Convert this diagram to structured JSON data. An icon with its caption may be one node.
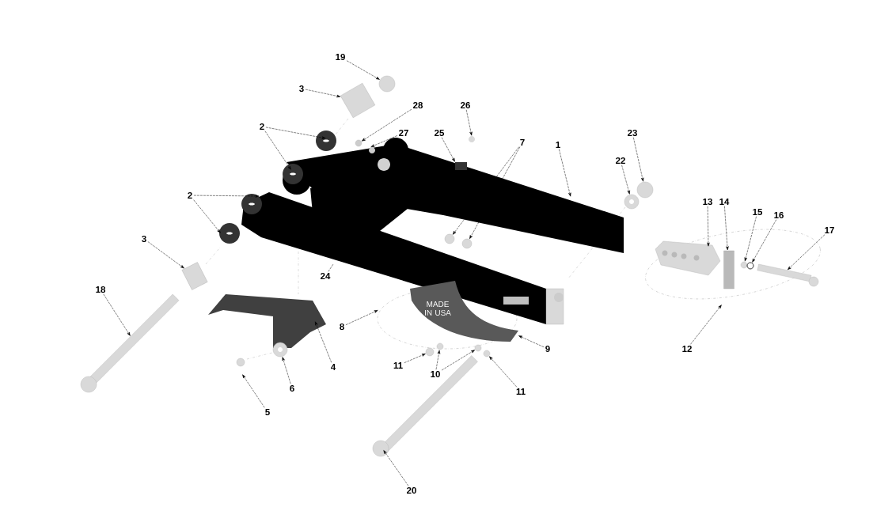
{
  "diagram": {
    "nodes": [
      {
        "text": [
          "19"
        ]
      },
      {
        "text": [
          "3"
        ]
      },
      {
        "text": [
          "28"
        ]
      },
      {
        "text": [
          "26"
        ]
      },
      {
        "text": [
          "2"
        ]
      },
      {
        "text": [
          "27"
        ]
      },
      {
        "text": [
          "25"
        ]
      },
      {
        "text": [
          "7"
        ]
      },
      {
        "text": [
          "1"
        ]
      },
      {
        "text": [
          "23"
        ]
      },
      {
        "text": [
          "22"
        ]
      },
      {
        "text": [
          "2"
        ]
      },
      {
        "text": [
          "13"
        ]
      },
      {
        "text": [
          "14"
        ]
      },
      {
        "text": [
          "15"
        ]
      },
      {
        "text": [
          "16"
        ]
      },
      {
        "text": [
          "17"
        ]
      },
      {
        "text": [
          "3"
        ]
      },
      {
        "text": [
          "24"
        ]
      },
      {
        "text": [
          "18"
        ]
      },
      {
        "text": [
          "8"
        ]
      },
      {
        "text": [
          "12"
        ]
      },
      {
        "text": [
          "9"
        ]
      },
      {
        "text": [
          "11"
        ]
      },
      {
        "text": [
          "4"
        ]
      },
      {
        "text": [
          "10"
        ]
      },
      {
        "text": [
          "6"
        ]
      },
      {
        "text": [
          "11"
        ]
      },
      {
        "text": [
          "5"
        ]
      },
      {
        "text": [
          "20"
        ]
      },
      {
        "text": [
          "MADE IN USA"
        ]
      },
      {
        "text": [],
        "shape": "circle"
      },
      {
        "text": [],
        "shape": "circle"
      },
      {
        "text": [],
        "shape": "circle"
      },
      {
        "text": [],
        "shape": "circle"
      },
      {
        "text": [],
        "shape": "circle"
      },
      {
        "text": [],
        "shape": "circle"
      },
      {
        "text": [],
        "shape": "box"
      },
      {
        "text": [],
        "shape": "circle"
      },
      {
        "text": [],
        "shape": "circle"
      },
      {
        "text": [],
        "shape": "picture"
      },
      {
        "text": [],
        "shape": "circle"
      },
      {
        "text": [],
        "shape": "circle"
      },
      {
        "text": [],
        "shape": "circle"
      },
      {
        "text": [],
        "shape": "circle"
      },
      {
        "text": [],
        "shape": "circle"
      },
      {
        "text": [],
        "shape": "picture"
      },
      {
        "text": [],
        "shape": "box"
      },
      {
        "text": [],
        "shape": "box"
      },
      {
        "text": [],
        "shape": "picture"
      }
    ],
    "edges": [
      {
        "from": 0,
        "to": 31,
        "arrow": "to"
      },
      {
        "from": 1,
        "to": 47,
        "arrow": "to"
      },
      {
        "from": 2,
        "to": 32,
        "arrow": "to"
      },
      {
        "from": 3,
        "to": null,
        "arrow": "to"
      },
      {
        "from": 4,
        "to": null,
        "arrow": "to"
      },
      {
        "from": 4,
        "to": null,
        "arrow": "to"
      },
      {
        "from": 5,
        "to": null,
        "arrow": "to"
      },
      {
        "from": 6,
        "to": null,
        "arrow": "to"
      },
      {
        "from": 7,
        "to": 33,
        "arrow": "to"
      },
      {
        "from": 7,
        "to": 34,
        "arrow": "to"
      },
      {
        "from": 8,
        "to": null,
        "arrow": "to"
      },
      {
        "from": 9,
        "to": 35,
        "arrow": "to"
      },
      {
        "from": 10,
        "to": 36,
        "arrow": "to"
      },
      {
        "from": 12,
        "to": null,
        "arrow": "to"
      },
      {
        "from": 13,
        "to": 37,
        "arrow": "to"
      },
      {
        "from": 14,
        "to": 38,
        "arrow": "to"
      },
      {
        "from": 15,
        "to": 39,
        "arrow": "to"
      },
      {
        "from": 16,
        "to": 49,
        "arrow": "to"
      },
      {
        "from": 11,
        "to": null,
        "arrow": "to"
      },
      {
        "from": 11,
        "to": null,
        "arrow": "to"
      },
      {
        "from": 17,
        "to": 48,
        "arrow": "to"
      },
      {
        "from": 19,
        "to": 40,
        "arrow": "to"
      },
      {
        "from": 18,
        "to": null,
        "arrow": "none"
      },
      {
        "from": 20,
        "to": null,
        "arrow": "to"
      },
      {
        "from": 21,
        "to": null,
        "arrow": "to"
      },
      {
        "from": 22,
        "to": 30,
        "arrow": "to"
      },
      {
        "from": 23,
        "to": 41,
        "arrow": "to"
      },
      {
        "from": 25,
        "to": 42,
        "arrow": "to"
      },
      {
        "from": 25,
        "to": 43,
        "arrow": "to"
      },
      {
        "from": 27,
        "to": 44,
        "arrow": "to"
      },
      {
        "from": 24,
        "to": null,
        "arrow": "to"
      },
      {
        "from": 26,
        "to": 45,
        "arrow": "to"
      },
      {
        "from": 28,
        "to": null,
        "arrow": "to"
      },
      {
        "from": 29,
        "to": 46,
        "arrow": "to"
      }
    ]
  }
}
